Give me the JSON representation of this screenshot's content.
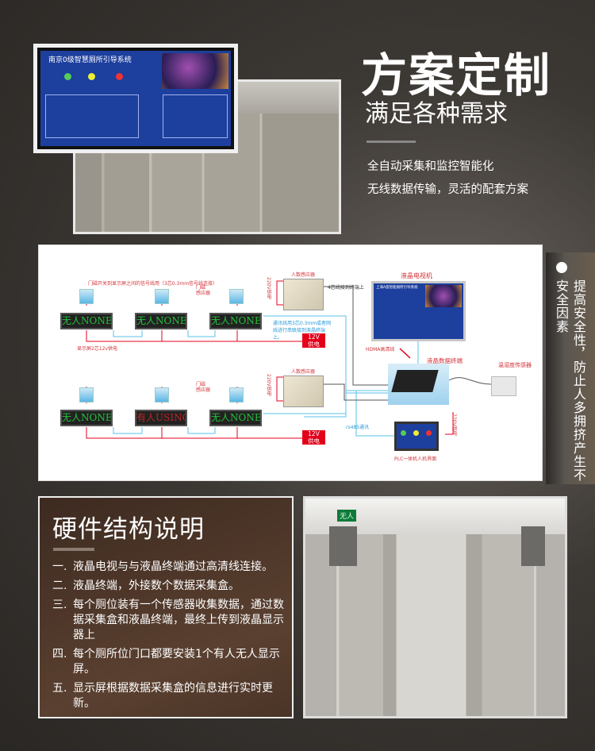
{
  "header": {
    "title": "方案定制",
    "subtitle": "满足各种需求",
    "features": [
      "全自动采集和监控智能化",
      "无线数据传输，灵活的配套方案"
    ]
  },
  "monitor_photo": {
    "screen_title": "南京0级智慧厕所引导系统"
  },
  "diagram": {
    "signal_note": "门磁开关到显示屏之间的信号线用（3芯0.3mm信号线连接）",
    "door_sensor": "门磁\n感应器",
    "led_rows": [
      [
        "无人NONE",
        "无人NONE",
        "无人NONE"
      ],
      [
        "无人NONE",
        "有人USING",
        "无人NONE"
      ]
    ],
    "power_12v": "12V\n供电",
    "display_power_note": "显示屏2芯12v供电",
    "comm_note": "通讯线用3芯0.3mm或者网线进行串联接到液晶终端上。",
    "people_sensor": "人数感应器",
    "power_220v": "220V供电",
    "four_core_note": "4芯线接到终端上",
    "tv_label": "液晶电视机",
    "tv_screen_title": "上海A座智能厕所引导系统",
    "hdmi_label": "HDMA高清线",
    "terminal_label": "液晶数据终端",
    "temp_sensor_label": "温湿度传感器",
    "rs485_label": "rs485通讯",
    "plc_label": "PLC一体机人机界面",
    "colors": {
      "red": "#e4001b",
      "blue_line": "#5bc0e8",
      "led_green": "#23c23a",
      "led_red": "#c02222"
    }
  },
  "side_strip": {
    "text": "提高安全性，防止人多拥挤产生不安全因素"
  },
  "hardware": {
    "title": "硬件结构说明",
    "items": [
      {
        "num": "一.",
        "text": "液晶电视与与液晶终端通过高清线连接。"
      },
      {
        "num": "二.",
        "text": "液晶终端，外接数个数据采集盒。"
      },
      {
        "num": "三.",
        "text": "每个厕位装有一个传感器收集数据，通过数据采集盒和液晶终端，最终上传到液晶显示器上"
      },
      {
        "num": "四.",
        "text": "每个厕所位门口都要安装1个有人无人显示屏。"
      },
      {
        "num": "五.",
        "text": "显示屏根据数据采集盒的信息进行实时更新。"
      }
    ]
  },
  "bottom_photo": {
    "exit_sign": "无人"
  }
}
